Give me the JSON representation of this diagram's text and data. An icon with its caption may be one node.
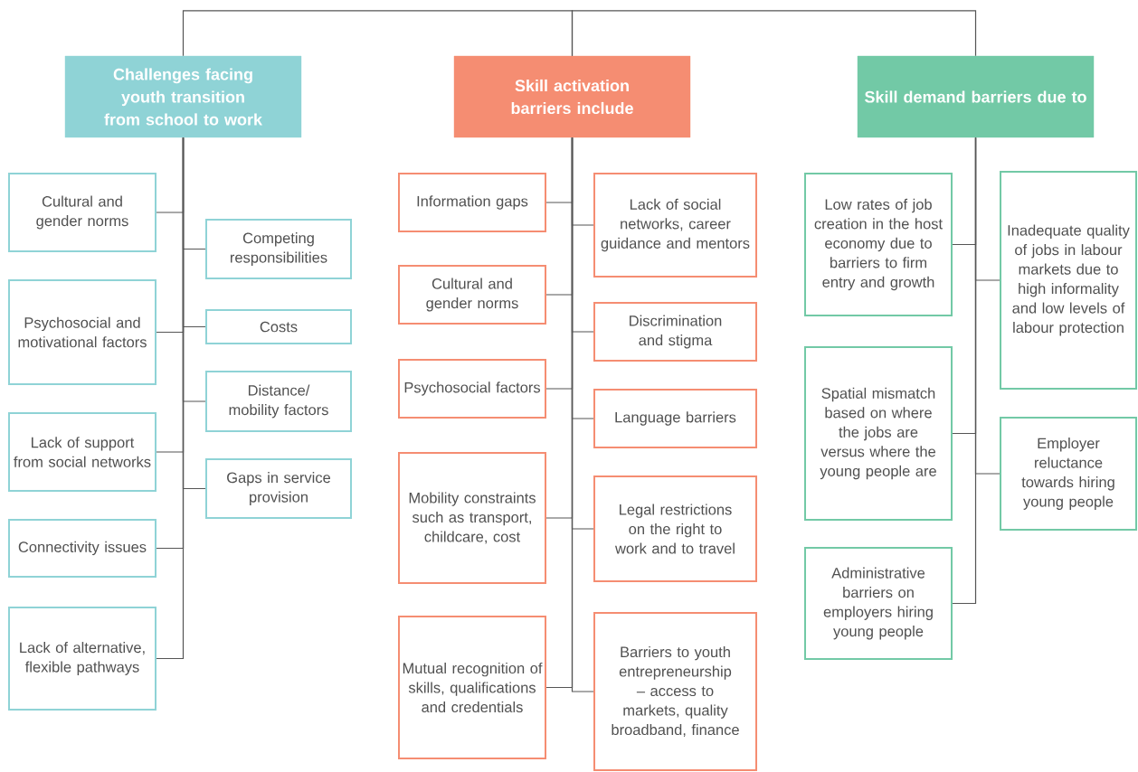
{
  "diagram": {
    "nodes": [
      {
        "text": [
          "Challenges facing youth transition from school to work"
        ]
      },
      {
        "text": [
          "Cultural and gender norms"
        ]
      },
      {
        "text": [
          "Psychosocial and motivational factors"
        ]
      },
      {
        "text": [
          "Lack of support from social networks"
        ]
      },
      {
        "text": [
          "Connectivity issues"
        ]
      },
      {
        "text": [
          "Lack of alternative, flexible pathways"
        ]
      },
      {
        "text": [
          "Competing responsibilities"
        ]
      },
      {
        "text": [
          "Costs"
        ]
      },
      {
        "text": [
          "Distance/ mobility factors"
        ]
      },
      {
        "text": [
          "Gaps in service provision"
        ]
      },
      {
        "text": [
          "Skill activation barriers include"
        ]
      },
      {
        "text": [
          "Information gaps"
        ]
      },
      {
        "text": [
          "Cultural and gender norms"
        ]
      },
      {
        "text": [
          "Psychosocial factors"
        ]
      },
      {
        "text": [
          "Mobility constraints such as transport, childcare, cost"
        ]
      },
      {
        "text": [
          "Mutual recognition of skills, qualifications and credentials"
        ]
      },
      {
        "text": [
          "Lack of social networks, career guidance and mentors"
        ]
      },
      {
        "text": [
          "Discrimination and stigma"
        ]
      },
      {
        "text": [
          "Language barriers"
        ]
      },
      {
        "text": [
          "Legal restrictions on the right to work and to travel"
        ]
      },
      {
        "text": [
          "Barriers to youth entrepreneurship – access to markets, quality broadband, finance"
        ]
      },
      {
        "text": [
          "Skill demand barriers due to"
        ]
      },
      {
        "text": [
          "Low rates of job creation in the host economy due to barriers to firm entry and growth"
        ]
      },
      {
        "text": [
          "Spatial mismatch based on where the jobs are versus where the young people are"
        ]
      },
      {
        "text": [
          "Administrative barriers on employers hiring young people"
        ]
      },
      {
        "text": [
          "Inadequate quality of jobs in labour markets due to high informality and low levels of labour protection"
        ]
      },
      {
        "text": [
          "Employer reluctance towards hiring young people"
        ]
      }
    ],
    "edges": [
      {
        "from": 0,
        "to": 10,
        "arrow": "none"
      },
      {
        "from": 10,
        "to": 21,
        "arrow": "none"
      },
      {
        "from": 0,
        "to": 1,
        "arrow": "none"
      },
      {
        "from": 0,
        "to": 2,
        "arrow": "none"
      },
      {
        "from": 0,
        "to": 3,
        "arrow": "none"
      },
      {
        "from": 0,
        "to": 4,
        "arrow": "none"
      },
      {
        "from": 0,
        "to": 5,
        "arrow": "none"
      },
      {
        "from": 0,
        "to": 6,
        "arrow": "none"
      },
      {
        "from": 0,
        "to": 7,
        "arrow": "none"
      },
      {
        "from": 0,
        "to": 8,
        "arrow": "none"
      },
      {
        "from": 0,
        "to": 9,
        "arrow": "none"
      },
      {
        "from": 10,
        "to": 11,
        "arrow": "none"
      },
      {
        "from": 10,
        "to": 12,
        "arrow": "none"
      },
      {
        "from": 10,
        "to": 13,
        "arrow": "none"
      },
      {
        "from": 10,
        "to": 14,
        "arrow": "none"
      },
      {
        "from": 10,
        "to": 15,
        "arrow": "none"
      },
      {
        "from": 10,
        "to": 16,
        "arrow": "none"
      },
      {
        "from": 10,
        "to": 17,
        "arrow": "none"
      },
      {
        "from": 10,
        "to": 18,
        "arrow": "none"
      },
      {
        "from": 10,
        "to": 19,
        "arrow": "none"
      },
      {
        "from": 10,
        "to": 20,
        "arrow": "none"
      },
      {
        "from": 21,
        "to": 22,
        "arrow": "none"
      },
      {
        "from": 21,
        "to": 23,
        "arrow": "none"
      },
      {
        "from": 21,
        "to": 24,
        "arrow": "none"
      },
      {
        "from": 21,
        "to": 25,
        "arrow": "none"
      },
      {
        "from": 21,
        "to": 26,
        "arrow": "none"
      }
    ]
  }
}
